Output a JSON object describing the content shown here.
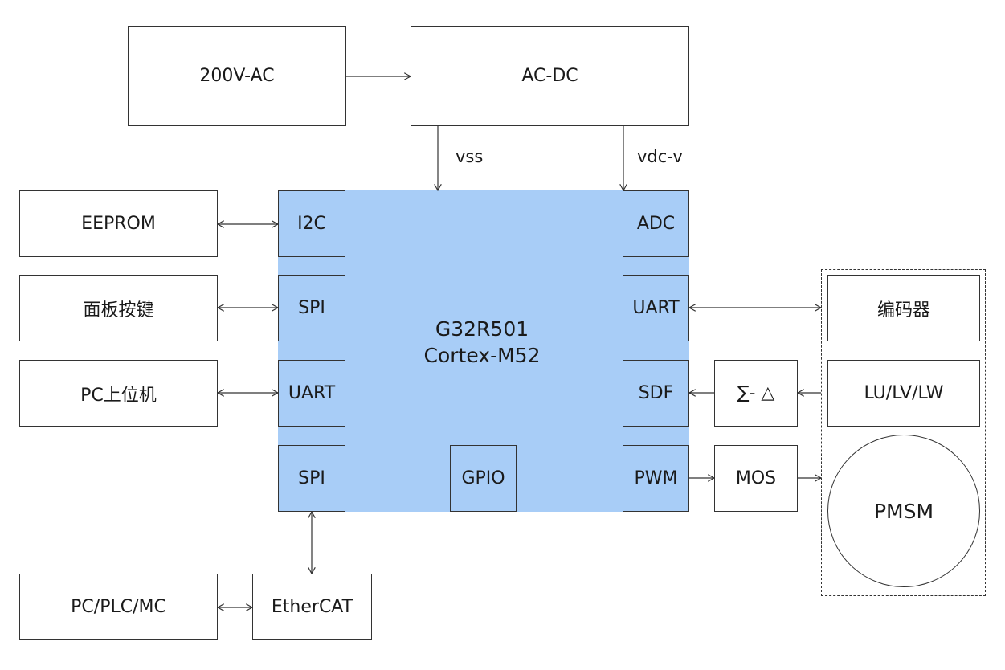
{
  "power": {
    "ac_source": "200V-AC",
    "ac_dc": "AC-DC",
    "vss_label": "vss",
    "vdc_label": "vdc-v"
  },
  "mcu": {
    "line1": "G32R501",
    "line2": "Cortex-M52",
    "ports": {
      "i2c": "I2C",
      "spi_left_top": "SPI",
      "uart_left": "UART",
      "spi_left_bottom": "SPI",
      "gpio": "GPIO",
      "adc": "ADC",
      "uart_right": "UART",
      "sdf": "SDF",
      "pwm": "PWM"
    }
  },
  "peripherals": {
    "eeprom": "EEPROM",
    "panel_keys": "面板按键",
    "pc_host": "PC上位机",
    "pc_plc_mc": "PC/PLC/MC",
    "ethercat": "EtherCAT",
    "sigma_delta": "∑- △",
    "mos": "MOS",
    "encoder": "编码器",
    "lu_lv_lw": "LU/LV/LW",
    "pmsm": "PMSM"
  },
  "colors": {
    "mcu_fill": "#a8cdf7",
    "line": "#333333"
  }
}
